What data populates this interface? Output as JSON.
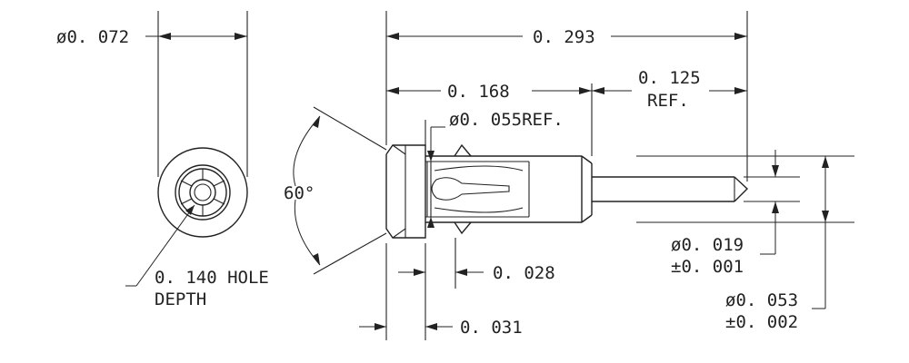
{
  "dimensions": {
    "pin_diameter": "ø0. 072",
    "overall_length": "0. 293",
    "body_length": "0. 168",
    "tail_length": "0. 125",
    "tail_length_note": "REF.",
    "bore_diameter": "ø0. 055REF.",
    "chamfer_angle": "60°",
    "hole_depth_line1": "0. 140 HOLE",
    "hole_depth_line2": "DEPTH",
    "shoulder_width": "0. 028",
    "flange_width": "0. 031",
    "tail_diameter_line1": "ø0. 019",
    "tail_diameter_line2": "±0. 001",
    "body_diameter_line1": "ø0. 053",
    "body_diameter_line2": "±0. 002"
  }
}
